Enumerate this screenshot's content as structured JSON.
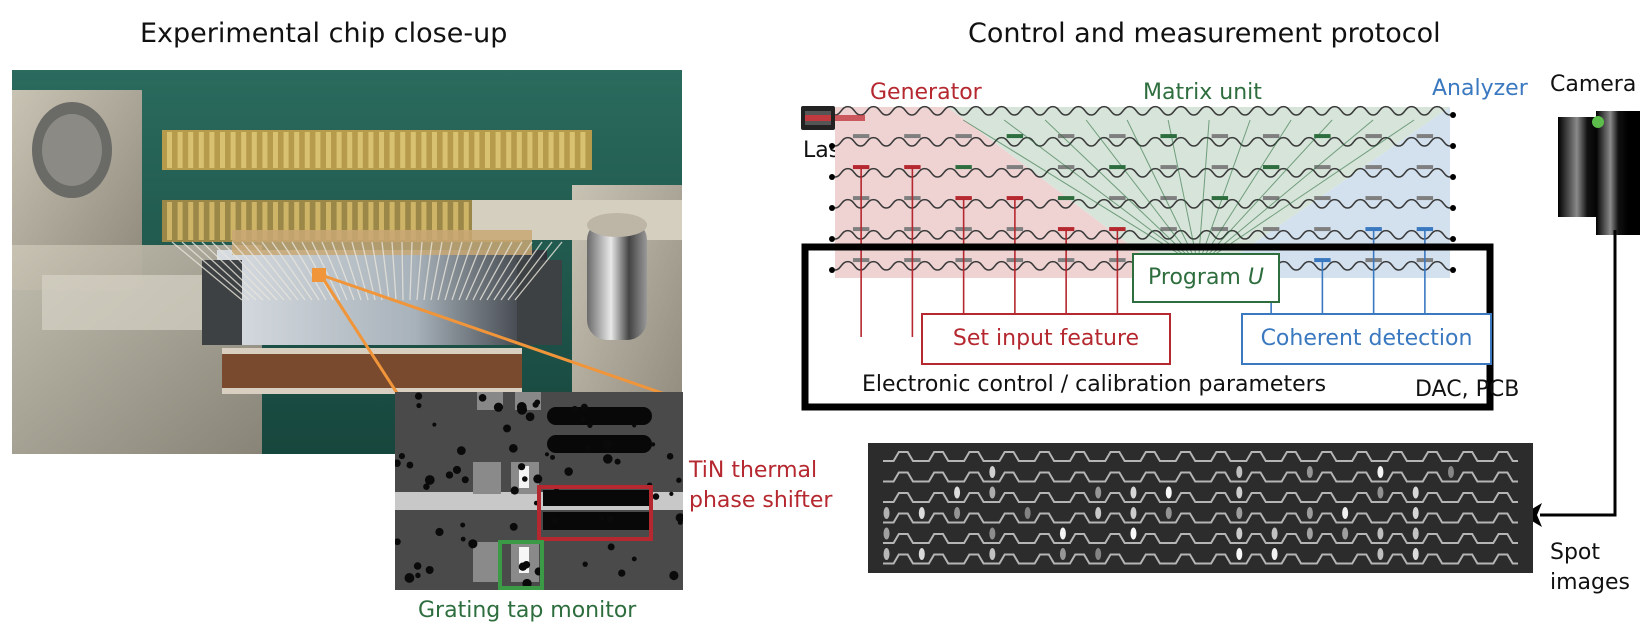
{
  "left_panel": {
    "title": "Experimental chip close-up",
    "callouts": {
      "phase_shifter": "TiN thermal\nphase shifter",
      "phase_shifter_line1": "TiN thermal",
      "phase_shifter_line2": "phase shifter",
      "tap_monitor": "Grating tap monitor"
    },
    "colors": {
      "pcb_green": "#1f5a4e",
      "orange_highlight": "#f0953a",
      "phase_shifter_box": "#b5282f",
      "tap_monitor_box": "#3a9a45"
    }
  },
  "right_panel": {
    "title": "Control and measurement protocol",
    "laser_label": "Laser",
    "camera_label": "Camera",
    "section_labels": {
      "generator": "Generator",
      "matrix": "Matrix unit",
      "analyzer": "Analyzer"
    },
    "boxes": {
      "program": "Program ",
      "program_var": "U",
      "input_feature": "Set input feature",
      "detection": "Coherent detection",
      "control": "Electronic control / calibration parameters",
      "hardware": "DAC, PCB"
    },
    "spot_label_line1": "Spot",
    "spot_label_line2": "images",
    "mesh": {
      "waveguides": 6,
      "columns": 12
    },
    "colors": {
      "generator": "#b5282f",
      "matrix": "#2e6e3e",
      "analyzer": "#3a78c0",
      "generator_fill": "#efd3d3",
      "matrix_fill": "#d6e4da",
      "analyzer_fill": "#d3e1ef",
      "neutral_shifter": "#7f7f7f"
    }
  }
}
